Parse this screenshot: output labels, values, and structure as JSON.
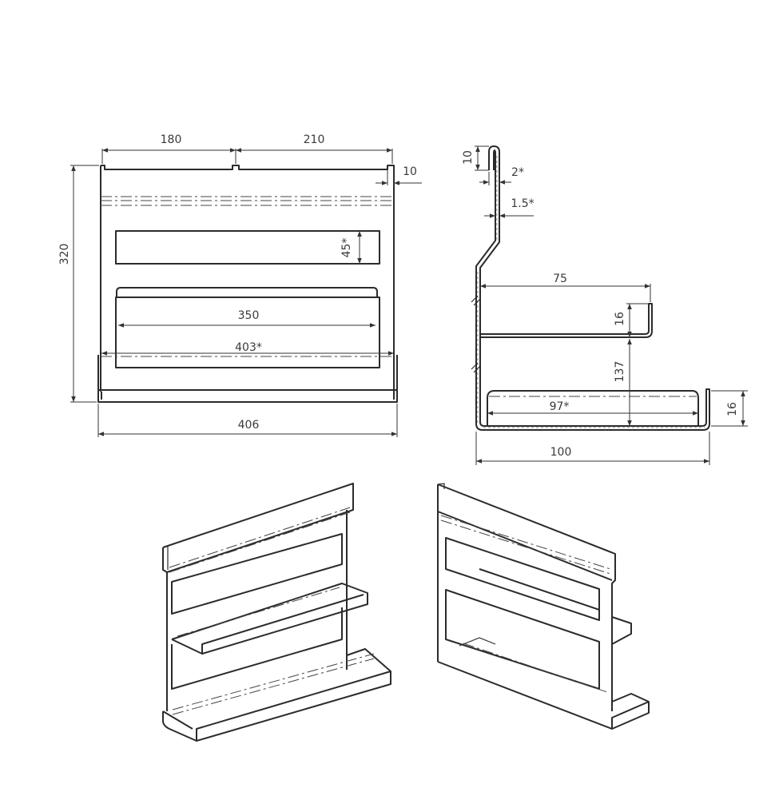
{
  "front_view": {
    "dims": {
      "width_left": "180",
      "width_right": "210",
      "tab": "10",
      "height": "320",
      "slot_height": "45*",
      "shelf_inner": "350",
      "shelf_mid": "403*",
      "total_width": "406"
    }
  },
  "side_view": {
    "dims": {
      "hook": "10",
      "thickness_outer": "2*",
      "thickness_inner": "1.5*",
      "upper_depth": "75",
      "upper_lip": "16",
      "gap": "137",
      "lower_inner": "97*",
      "lower_lip": "16",
      "total_depth": "100"
    }
  },
  "colors": {
    "line": "#2b2b2b",
    "text": "#3a3a3a",
    "background": "#ffffff"
  }
}
